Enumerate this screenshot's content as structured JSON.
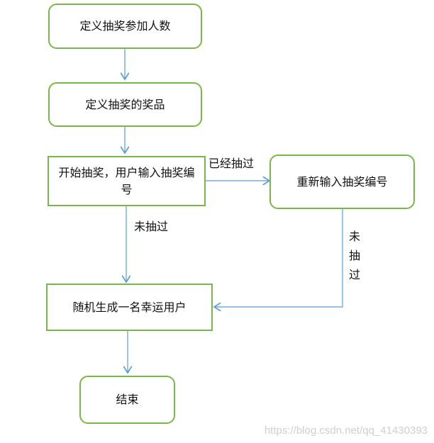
{
  "nodes": {
    "define_participants": "定义抽奖参加人数",
    "define_prizes": "定义抽奖的奖品",
    "start_draw": "开始抽奖，用户输入抽奖编号",
    "reenter_number": "重新输入抽奖编号",
    "random_winner": "随机生成一名幸运用户",
    "end": "结束"
  },
  "edge_labels": {
    "already_drawn": "已经抽过",
    "not_drawn": "未抽过",
    "not_drawn_vertical": [
      "未",
      "抽",
      "过"
    ]
  },
  "watermark": "https://blog.csdn.net/qq_41430393",
  "colors": {
    "node_border": "#7ab648",
    "arrow": "#5b9bd5",
    "text": "#111111",
    "watermark": "#cfcfcf"
  }
}
